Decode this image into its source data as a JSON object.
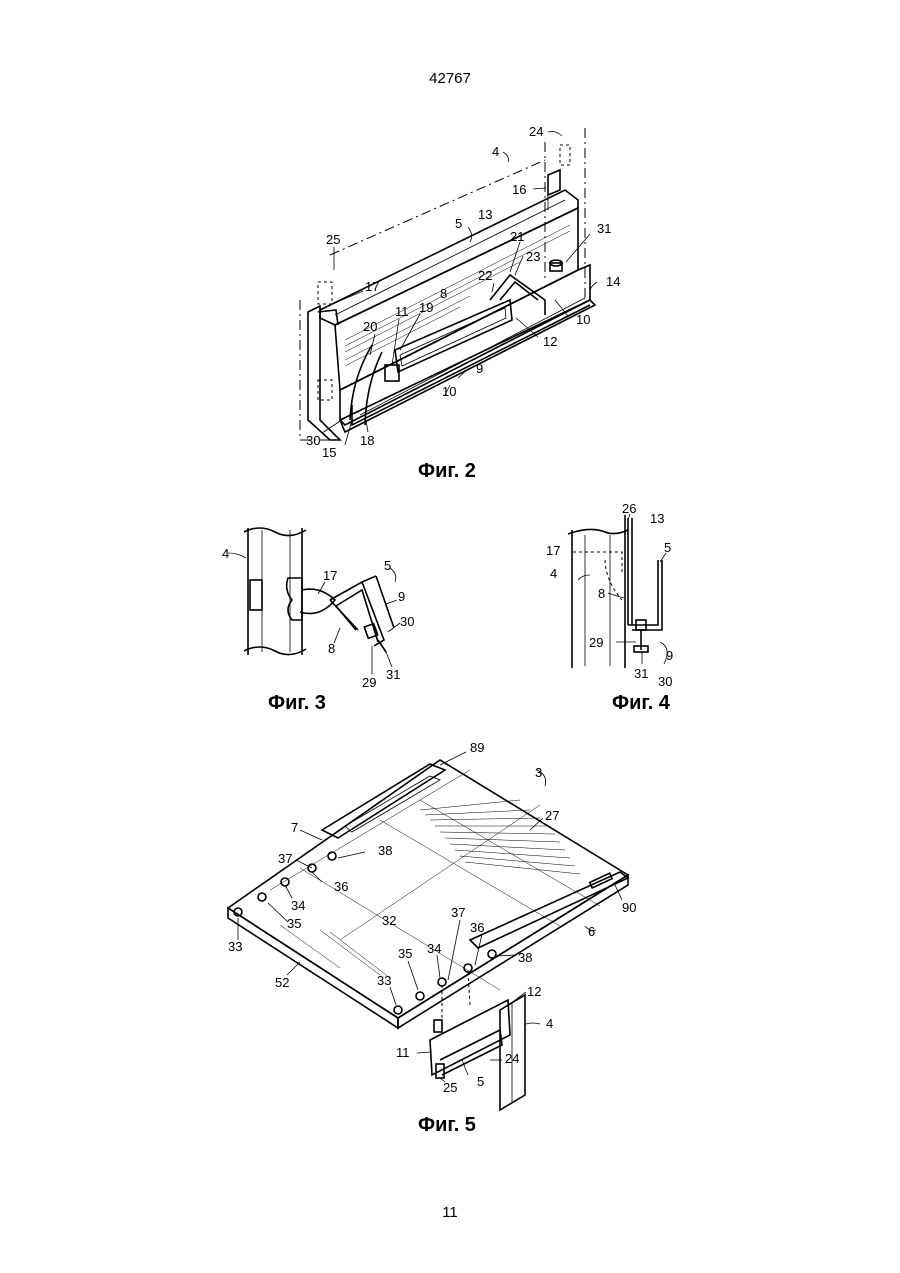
{
  "page": {
    "doc_number": "42767",
    "page_number": "11"
  },
  "figures": {
    "fig2": {
      "caption": "Фиг. 2",
      "labels": [
        "24",
        "4",
        "16",
        "5",
        "13",
        "31",
        "25",
        "21",
        "23",
        "14",
        "17",
        "22",
        "8",
        "10",
        "11",
        "19",
        "12",
        "20",
        "9",
        "10",
        "30",
        "15",
        "18"
      ]
    },
    "fig3": {
      "caption": "Фиг. 3",
      "labels": [
        "4",
        "17",
        "5",
        "9",
        "30",
        "8",
        "29",
        "31"
      ]
    },
    "fig4": {
      "caption": "Фиг. 4",
      "labels": [
        "26",
        "13",
        "17",
        "5",
        "4",
        "8",
        "29",
        "31",
        "9",
        "30"
      ]
    },
    "fig5": {
      "caption": "Фиг. 5",
      "labels": [
        "89",
        "3",
        "27",
        "7",
        "37",
        "38",
        "36",
        "34",
        "35",
        "33",
        "32",
        "37",
        "36",
        "90",
        "6",
        "38",
        "35",
        "34",
        "33",
        "52",
        "12",
        "4",
        "11",
        "24",
        "25",
        "5"
      ]
    }
  }
}
